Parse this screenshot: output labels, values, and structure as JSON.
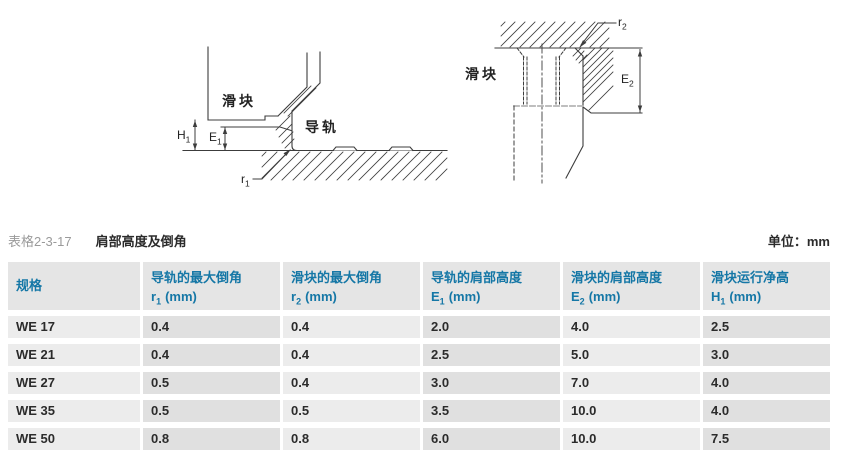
{
  "caption": {
    "table_number": "表格2-3-17",
    "title": "肩部高度及倒角",
    "unit_label": "单位：mm"
  },
  "diagram_left": {
    "slider_label": "滑块",
    "rail_label": "导轨",
    "dim_h1": {
      "sym": "H",
      "sub": "1"
    },
    "dim_e1": {
      "sym": "E",
      "sub": "1"
    },
    "dim_r1": {
      "sym": "r",
      "sub": "1"
    }
  },
  "diagram_right": {
    "slider_label": "滑块",
    "dim_r2": {
      "sym": "r",
      "sub": "2"
    },
    "dim_e2": {
      "sym": "E",
      "sub": "2"
    }
  },
  "table": {
    "columns": [
      {
        "label": "规格",
        "sym": "",
        "sub": "",
        "unit": ""
      },
      {
        "label": "导轨的最大倒角",
        "sym": "r",
        "sub": "1",
        "unit": "(mm)"
      },
      {
        "label": "滑块的最大倒角",
        "sym": "r",
        "sub": "2",
        "unit": "(mm)"
      },
      {
        "label": "导轨的肩部高度",
        "sym": "E",
        "sub": "1",
        "unit": "(mm)"
      },
      {
        "label": "滑块的肩部高度",
        "sym": "E",
        "sub": "2",
        "unit": "(mm)"
      },
      {
        "label": "滑块运行净高",
        "sym": "H",
        "sub": "1",
        "unit": "(mm)"
      }
    ],
    "rows": [
      {
        "spec": "WE 17",
        "values": [
          "0.4",
          "0.4",
          "2.0",
          "4.0",
          "2.5"
        ]
      },
      {
        "spec": "WE 21",
        "values": [
          "0.4",
          "0.4",
          "2.5",
          "5.0",
          "3.0"
        ]
      },
      {
        "spec": "WE 27",
        "values": [
          "0.5",
          "0.4",
          "3.0",
          "7.0",
          "4.0"
        ]
      },
      {
        "spec": "WE 35",
        "values": [
          "0.5",
          "0.5",
          "3.5",
          "10.0",
          "4.0"
        ]
      },
      {
        "spec": "WE 50",
        "values": [
          "0.8",
          "0.8",
          "6.0",
          "10.0",
          "7.5"
        ]
      }
    ]
  },
  "colors": {
    "accent_blue": "#1577a6",
    "header_bg": "#e5e5e5",
    "cell_light": "#ececec",
    "cell_dark": "#e0e0e0",
    "text_dark": "#2b2b2b",
    "title_gray": "#9a9a9a",
    "line_color": "#3c3c3c",
    "gray_dash": "#b5b5b5"
  }
}
